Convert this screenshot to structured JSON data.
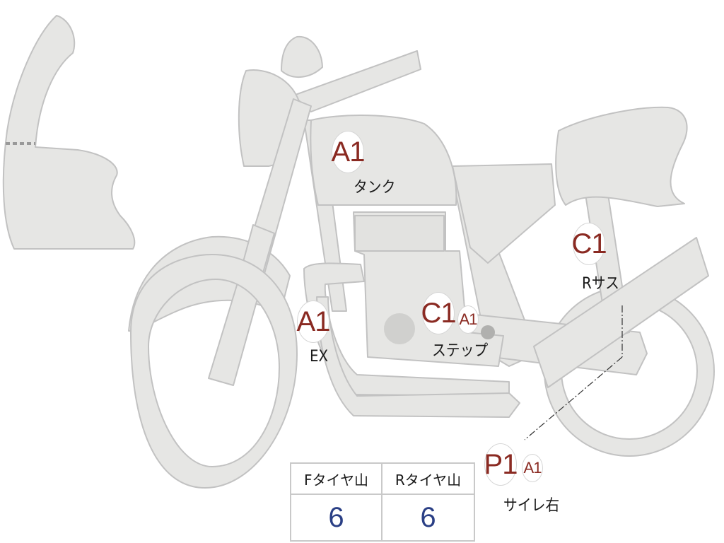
{
  "colors": {
    "body_fill": "#e6e6e4",
    "body_stroke": "#c2c2c2",
    "grade_text": "#8a2a22",
    "value_text": "#2a3f85"
  },
  "markers": {
    "tank": {
      "grade": "A1",
      "label": "タンク"
    },
    "exhaust": {
      "grade": "A1",
      "label": "EX"
    },
    "step": {
      "grade": "C1",
      "sub_grade": "A1",
      "label": "ステップ"
    },
    "rear_suspension": {
      "grade": "C1",
      "label": "Rサス"
    },
    "right_muffler": {
      "grade": "P1",
      "sub_grade": "A1",
      "label": "サイレ右"
    }
  },
  "tread_table": {
    "headers": [
      "Fタイヤ山",
      "Rタイヤ山"
    ],
    "values": [
      "6",
      "6"
    ]
  }
}
